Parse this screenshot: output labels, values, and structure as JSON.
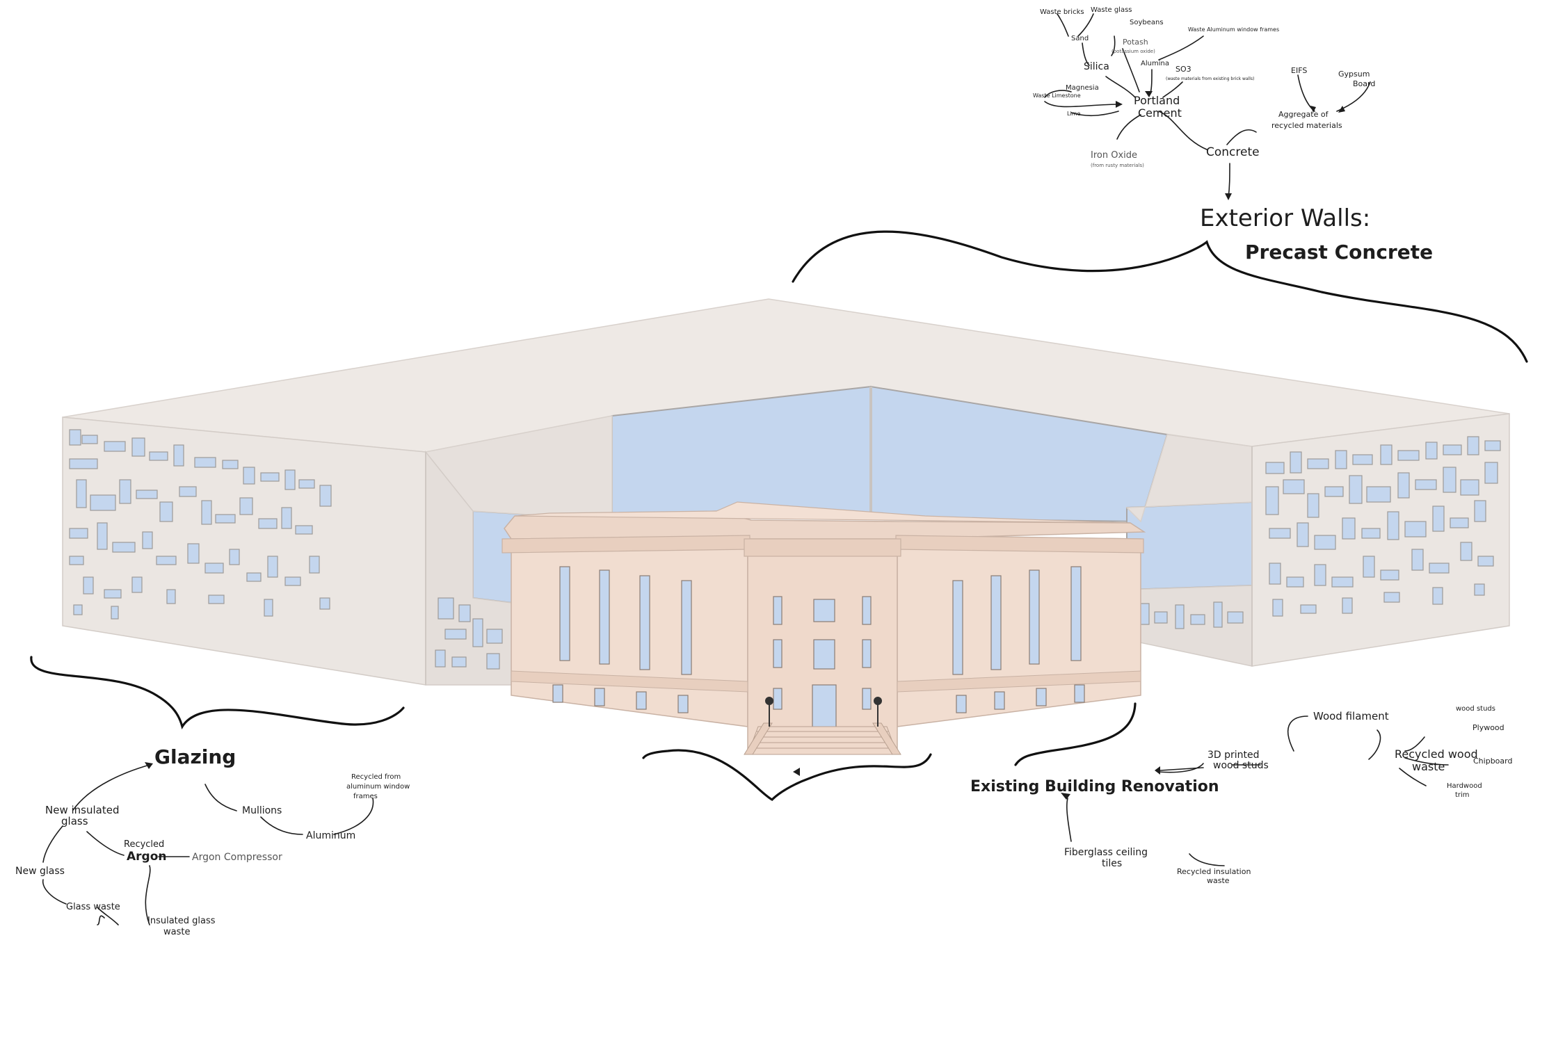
{
  "colors": {
    "concrete": "#ebe6e2",
    "concrete_side": "#e4deda",
    "concrete_roof": "#eee9e5",
    "glass": "#c4d6ee",
    "existing": "#f1ddd0",
    "existing_dark": "#e8cfbf",
    "ink": "#1d1d1d"
  },
  "concrete_tree": {
    "title": "Exterior Walls:",
    "subtitle": "Precast Concrete",
    "nodes": {
      "waste_bricks": "Waste bricks",
      "waste_glass": "Waste glass",
      "sand": "Sand",
      "soybeans": "Soybeans",
      "potash": "Potash",
      "potash_note": "(potassium oxide)",
      "silica": "Silica",
      "waste_aluminum": "Waste Aluminum window frames",
      "alumina": "Alumina",
      "so3": "SO3",
      "so3_note": "(waste materials from existing brick walls)",
      "waste_limestone": "Waste Limestone",
      "magnesia": "Magnesia",
      "lime": "Lime",
      "portland": "Portland",
      "cement": "Cement",
      "iron_oxide": "Iron Oxide",
      "iron_oxide_note": "(from rusty materials)",
      "eifs": "EIFS",
      "gypsum": "Gypsum",
      "board": "Board",
      "aggregate": "Aggregate of",
      "aggregate_2": "recycled materials",
      "concrete": "Concrete"
    }
  },
  "glazing_tree": {
    "title": "Glazing",
    "nodes": {
      "new_insulated": "New insulated",
      "glass": "glass",
      "mullions": "Mullions",
      "recycled_from": "Recycled from",
      "aluminum_window": "aluminum window",
      "frames": "frames",
      "aluminum": "Aluminum",
      "recycled": "Recycled",
      "argon": "Argon",
      "argon_compressor": "Argon Compressor",
      "new_glass": "New glass",
      "glass_waste": "Glass waste",
      "insulated_glass": "Insulated glass",
      "waste": "waste"
    }
  },
  "renovation_tree": {
    "title": "Existing Building Renovation",
    "nodes": {
      "printed_3d": "3D printed",
      "wood_studs_lbl": "wood studs",
      "wood_filament": "Wood filament",
      "recycled_wood": "Recycled wood",
      "waste": "waste",
      "wood_studs": "wood studs",
      "plywood": "Plywood",
      "chipboard": "Chipboard",
      "hardwood": "Hardwood",
      "trim": "trim",
      "fiberglass": "Fiberglass ceiling",
      "tiles": "tiles",
      "recycled_insulation": "Recycled insulation",
      "insulation_waste": "waste"
    }
  }
}
